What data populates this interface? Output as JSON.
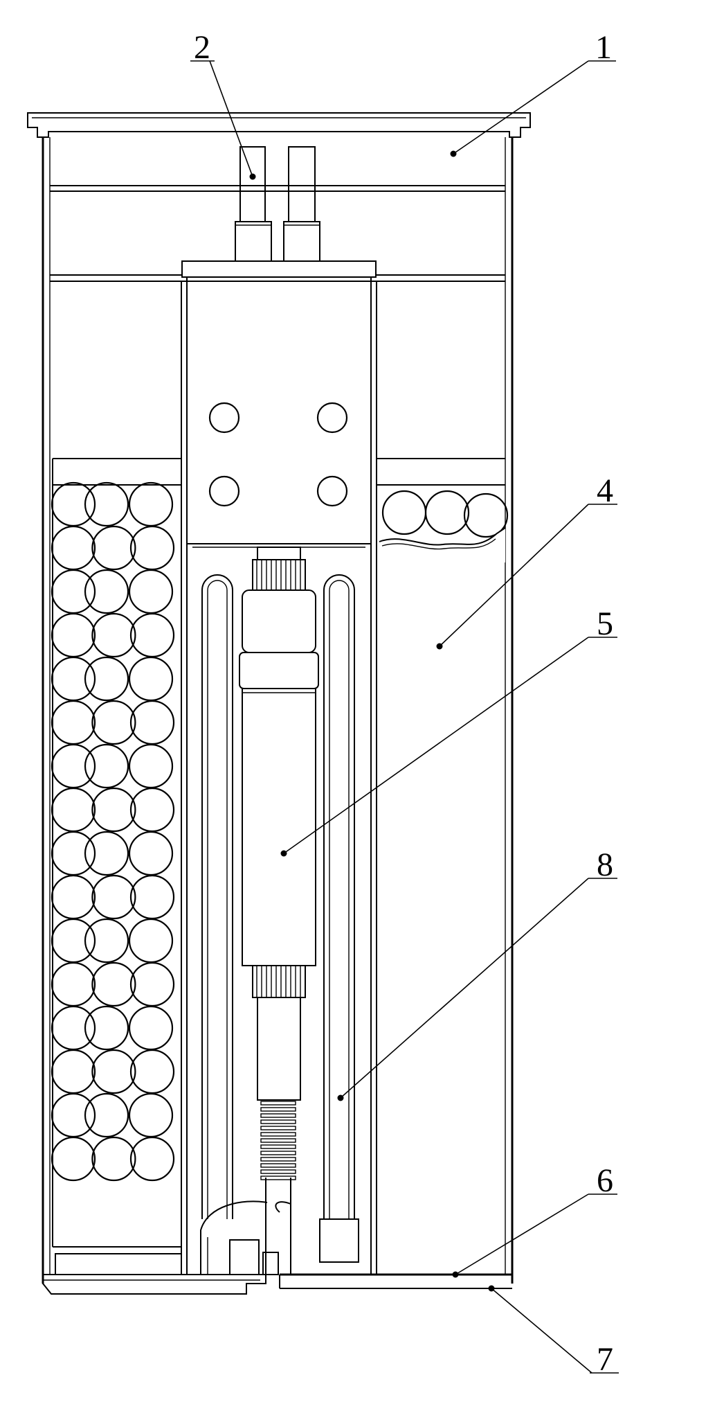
{
  "figure": {
    "callouts": [
      {
        "id": "1",
        "text": "1"
      },
      {
        "id": "2",
        "text": "2"
      },
      {
        "id": "4",
        "text": "4"
      },
      {
        "id": "5",
        "text": "5"
      },
      {
        "id": "8",
        "text": "8"
      },
      {
        "id": "6",
        "text": "6"
      },
      {
        "id": "7",
        "text": "7"
      }
    ]
  }
}
